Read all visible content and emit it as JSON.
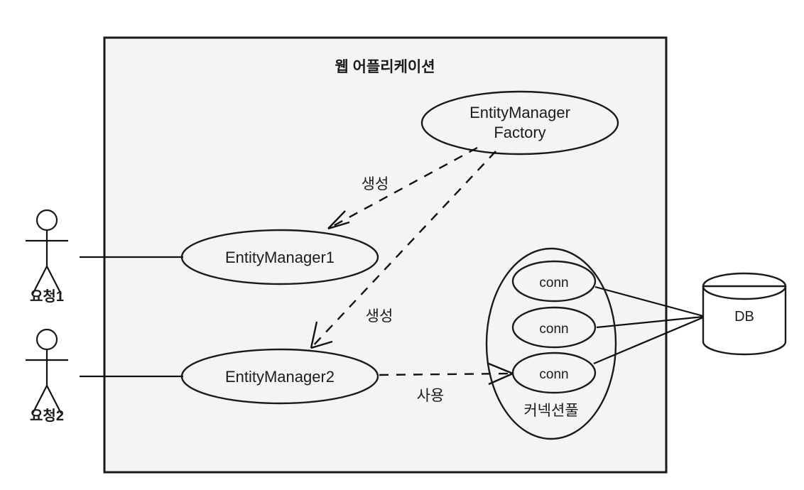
{
  "diagram": {
    "type": "uml-component-diagram",
    "title": "웹 어플리케이션",
    "background_color": "#ffffff",
    "frame_fill": "#f4f4f4",
    "stroke_color": "#1a1a1a",
    "actors": [
      {
        "id": "actor-1",
        "label": "요청1"
      },
      {
        "id": "actor-2",
        "label": "요청2"
      }
    ],
    "nodes": {
      "factory": {
        "label_line1": "EntityManager",
        "label_line2": "Factory"
      },
      "entity_manager_1": {
        "label": "EntityManager1"
      },
      "entity_manager_2": {
        "label": "EntityManager2"
      },
      "connection_pool": {
        "label": "커넥션풀"
      },
      "connections": [
        {
          "id": "conn-1",
          "label": "conn"
        },
        {
          "id": "conn-2",
          "label": "conn"
        },
        {
          "id": "conn-3",
          "label": "conn"
        }
      ],
      "database": {
        "label": "DB"
      }
    },
    "edge_labels": {
      "create_1": "생성",
      "create_2": "생성",
      "use": "사용"
    }
  }
}
